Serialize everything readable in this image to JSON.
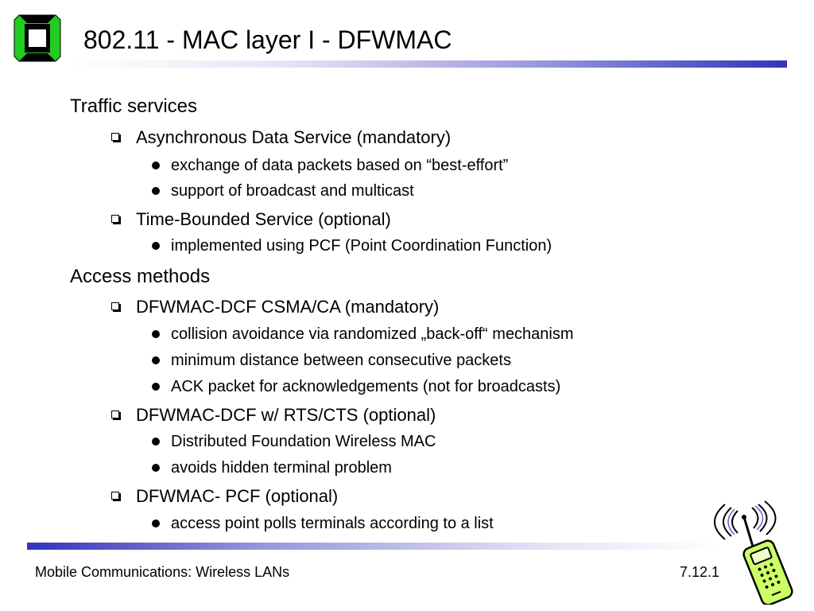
{
  "slide": {
    "title": "802.11 - MAC layer I - DFWMAC"
  },
  "outline": {
    "traffic": {
      "label": "Traffic services",
      "async": {
        "label": "Asynchronous Data Service (mandatory)",
        "points": [
          "exchange of data packets based on “best-effort”",
          "support of broadcast and multicast"
        ]
      },
      "timebounded": {
        "label": "Time-Bounded Service (optional)",
        "points": [
          "implemented using PCF (Point Coordination Function)"
        ]
      }
    },
    "access": {
      "label": "Access methods",
      "csma": {
        "label": "DFWMAC-DCF CSMA/CA (mandatory)",
        "points": [
          "collision avoidance via randomized „back-off“ mechanism",
          "minimum distance between consecutive packets",
          "ACK packet for acknowledgements (not for broadcasts)"
        ]
      },
      "rtscts": {
        "label": "DFWMAC-DCF w/ RTS/CTS (optional)",
        "points": [
          "Distributed Foundation Wireless MAC",
          "avoids hidden terminal problem"
        ]
      },
      "pcf": {
        "label": "DFWMAC- PCF (optional)",
        "points": [
          "access point polls terminals according to a list"
        ]
      }
    }
  },
  "footer": {
    "left": "Mobile Communications: Wireless LANs",
    "right": "7.12.1"
  },
  "icons": {
    "logo": "university-logo",
    "phone": "mobile-phone-antenna-icon"
  },
  "colors": {
    "accent": "#3333bb",
    "logo_green": "#22cc22",
    "phone_green": "#ccff66"
  }
}
